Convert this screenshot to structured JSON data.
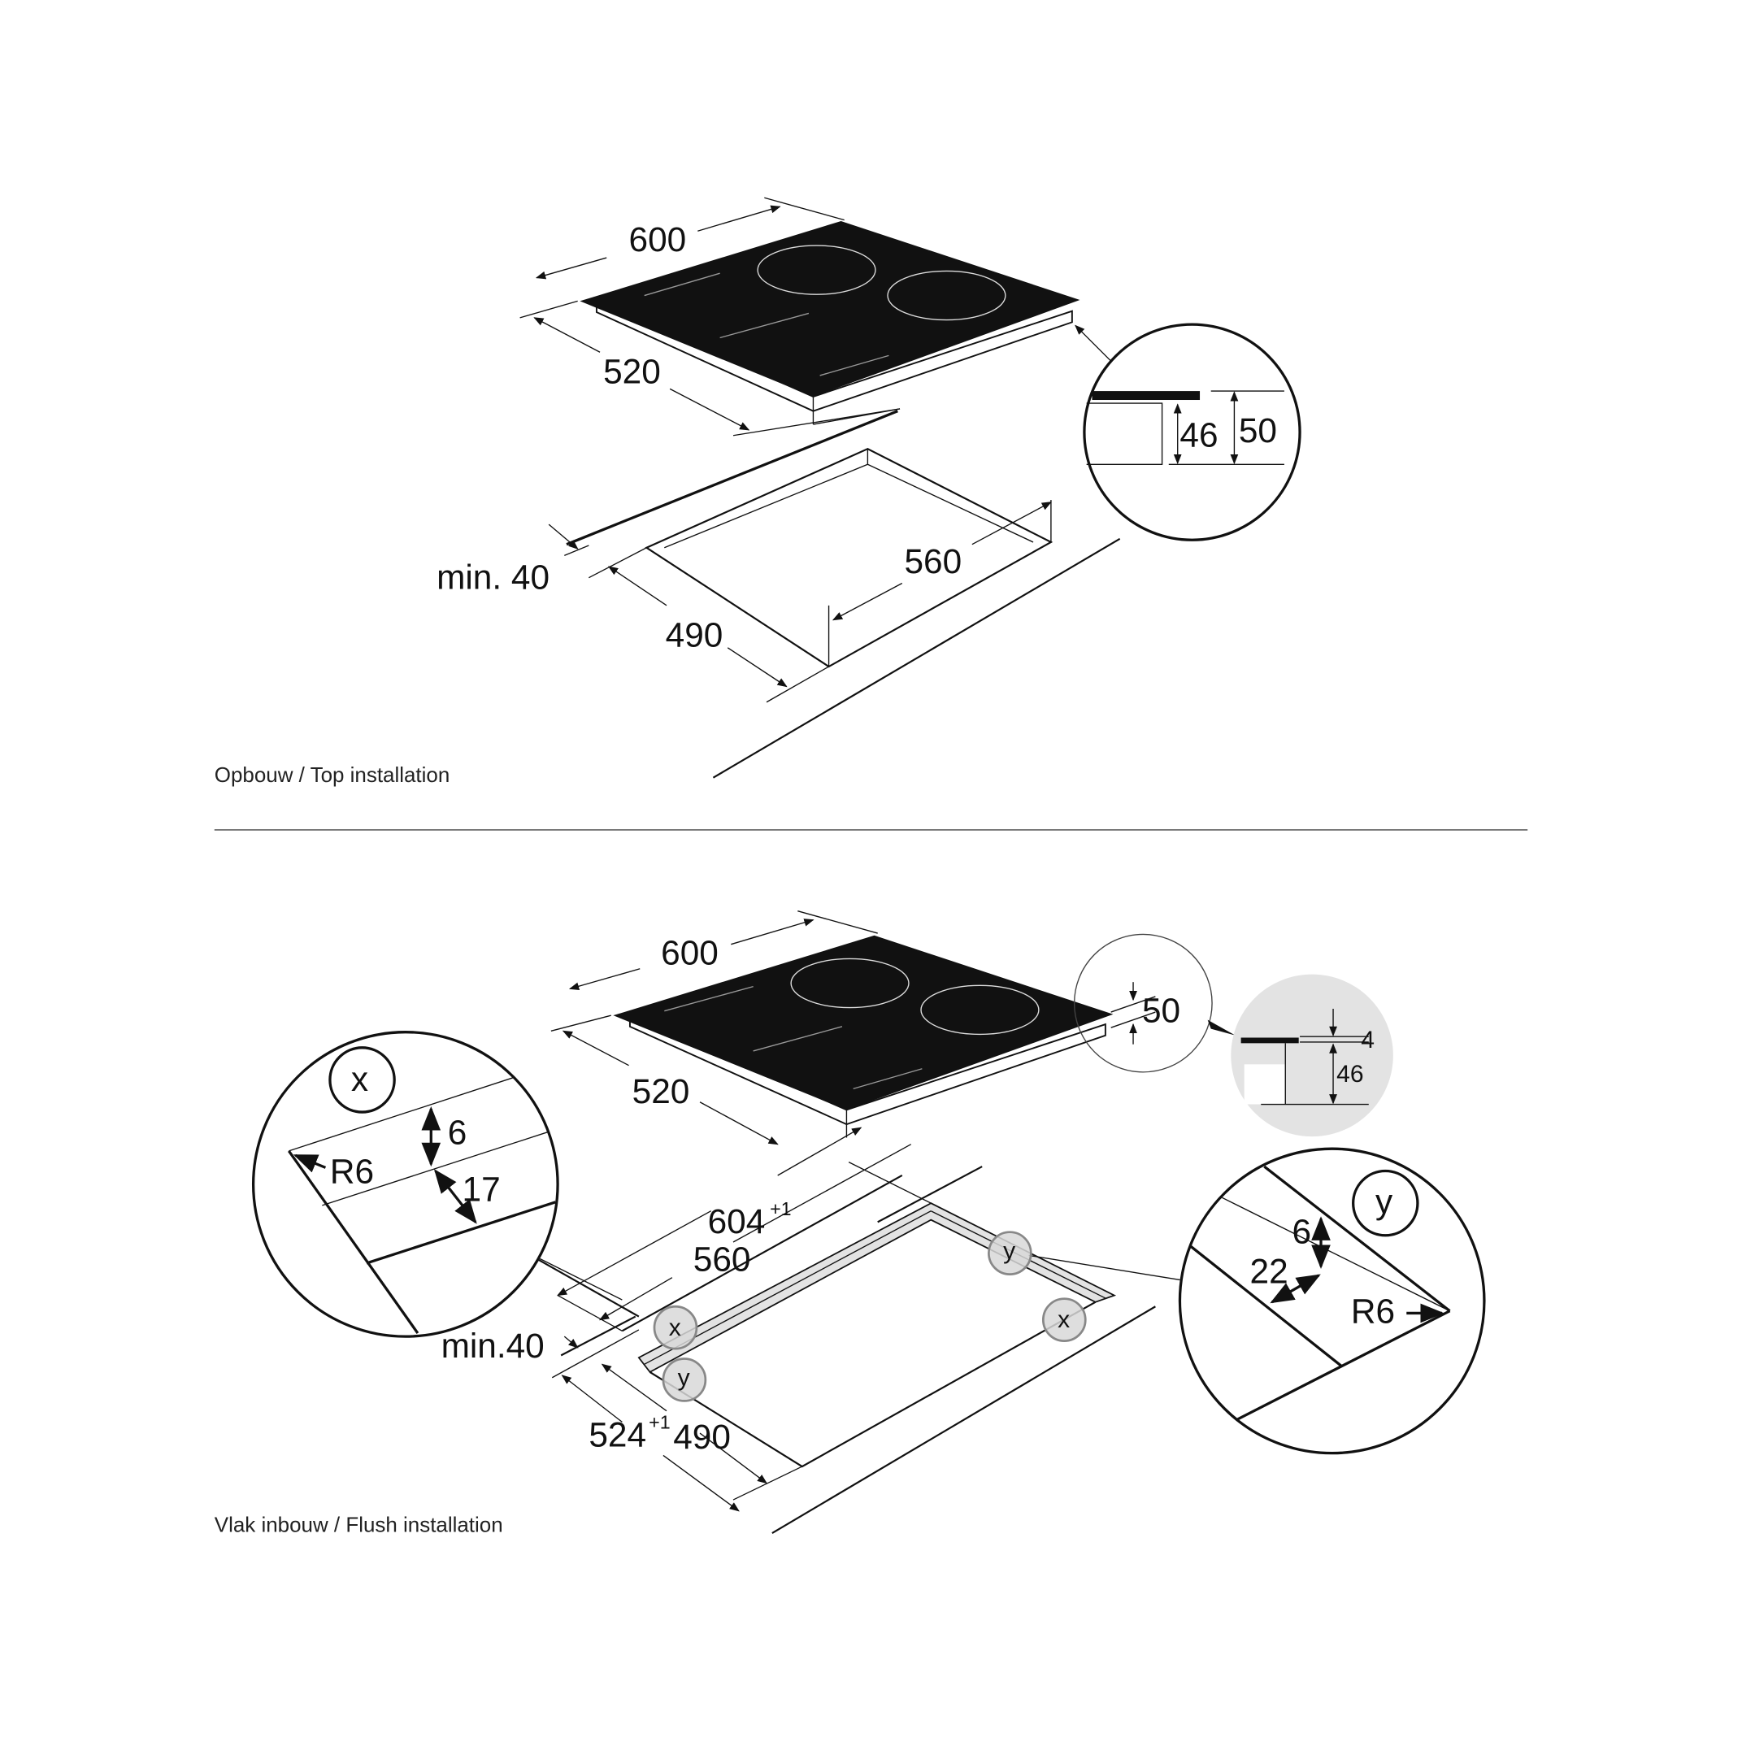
{
  "top_installation": {
    "caption": "Opbouw / Top installation",
    "hob_width": "600",
    "hob_depth": "520",
    "min_distance": "min. 40",
    "cutout_width": "560",
    "cutout_depth": "490",
    "detail": {
      "inner_height": "46",
      "total_height": "50"
    }
  },
  "flush_installation": {
    "caption": "Vlak inbouw / Flush installation",
    "hob_width": "600",
    "hob_depth": "520",
    "detail_height": "50",
    "gray_detail": {
      "glass": "4",
      "body": "46"
    },
    "rebate_width": "604",
    "rebate_width_tol": "+1",
    "cutout_width": "560",
    "min_distance": "min.40",
    "rebate_depth": "524",
    "rebate_depth_tol": "+1",
    "cutout_depth": "490",
    "markers": {
      "x": "x",
      "y": "y"
    },
    "detail_x": {
      "label": "x",
      "depth": "6",
      "radius": "R6",
      "width": "17"
    },
    "detail_y": {
      "label": "y",
      "depth": "6",
      "width": "22",
      "radius": "R6"
    }
  },
  "colors": {
    "line": "#111111",
    "gray_fill": "#e3e3e3",
    "marker_fill": "#d8d8d8"
  }
}
